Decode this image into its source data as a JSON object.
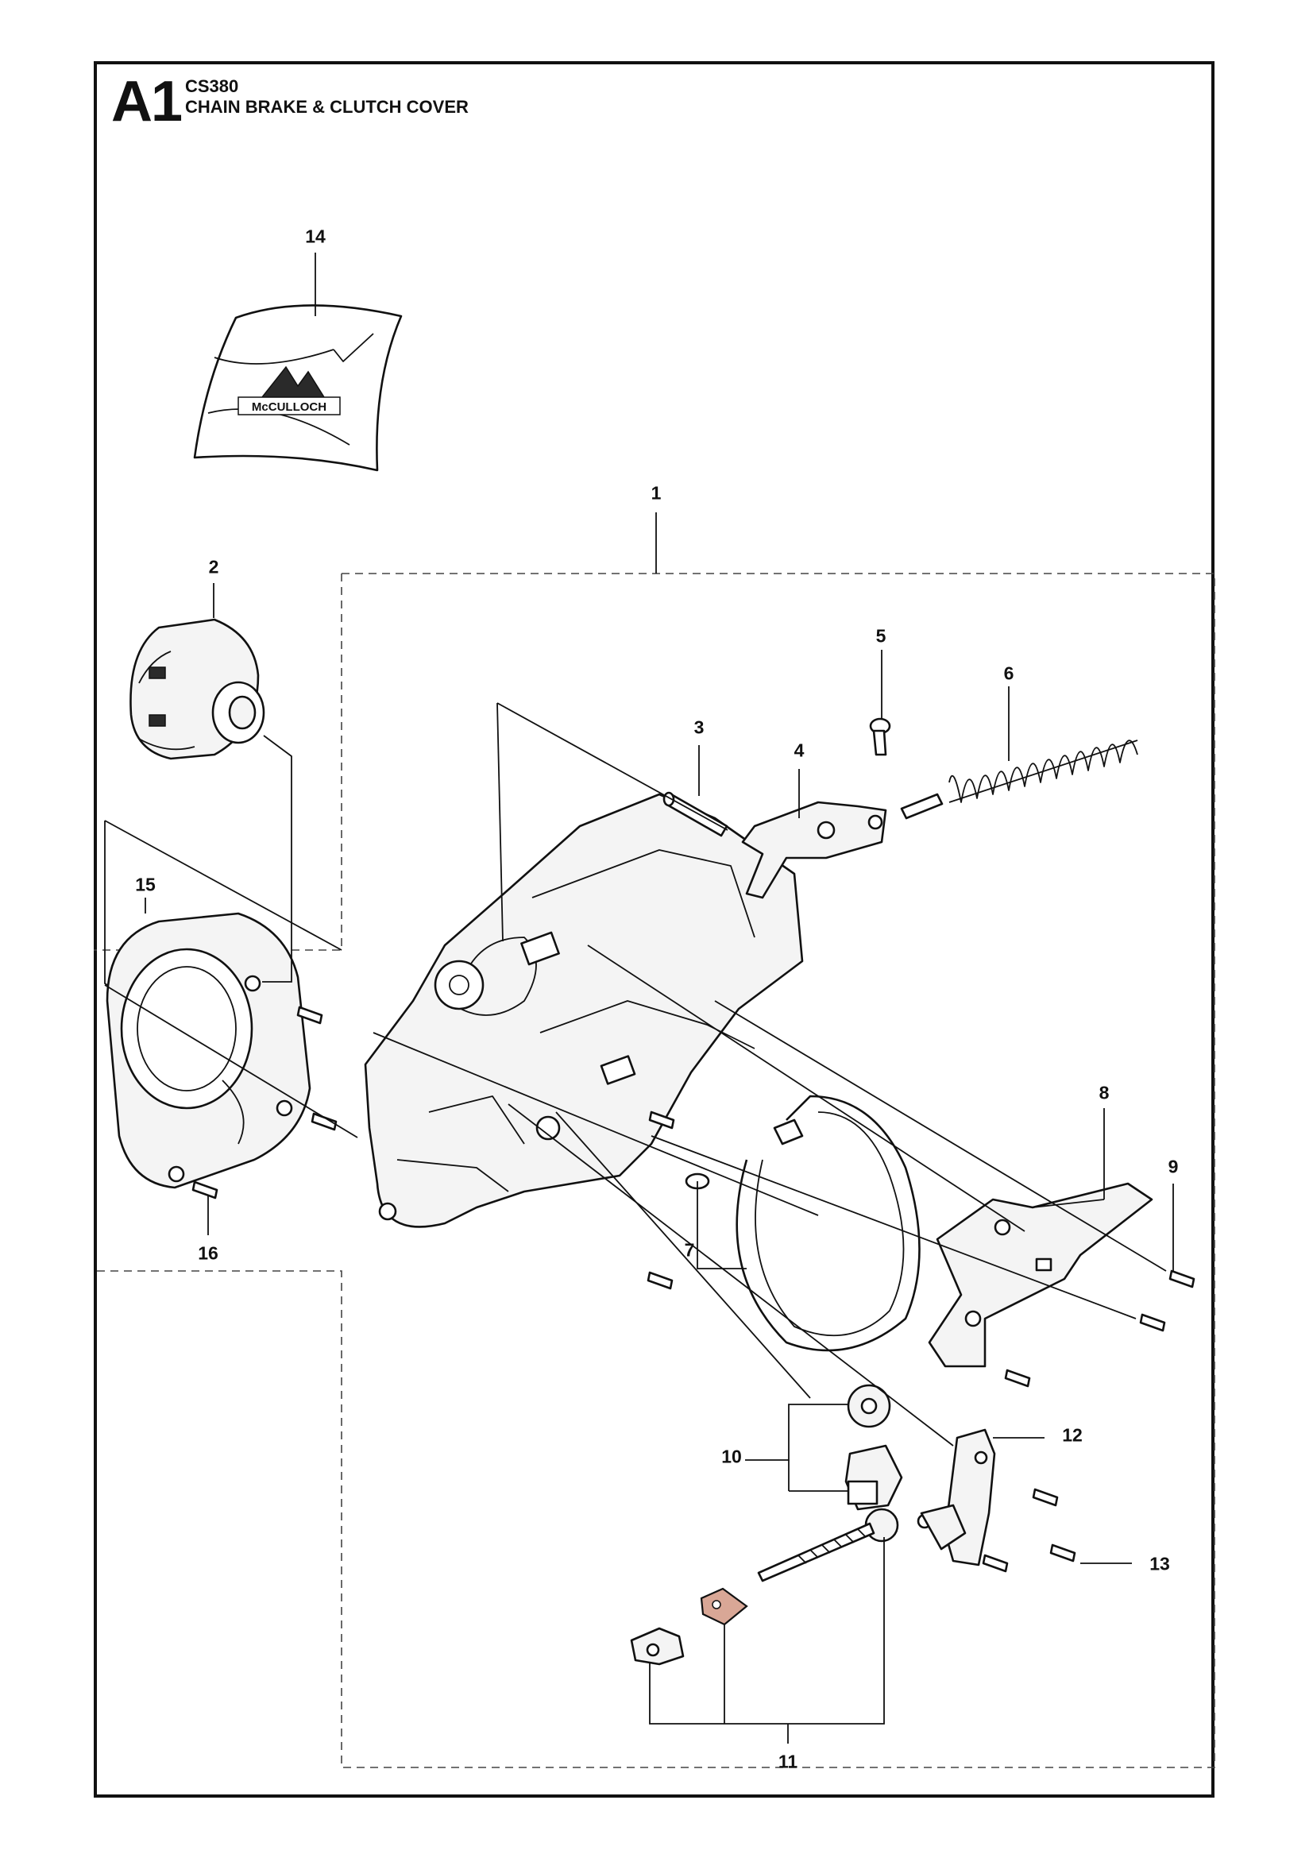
{
  "header": {
    "section_code": "A1",
    "model": "CS380",
    "title": "CHAIN BRAKE & CLUTCH COVER"
  },
  "decal": {
    "brand_text": "McCULLOCH"
  },
  "callouts": [
    {
      "id": "14",
      "text": "14"
    },
    {
      "id": "1",
      "text": "1"
    },
    {
      "id": "2",
      "text": "2"
    },
    {
      "id": "5",
      "text": "5"
    },
    {
      "id": "6",
      "text": "6"
    },
    {
      "id": "3",
      "text": "3"
    },
    {
      "id": "4",
      "text": "4"
    },
    {
      "id": "15",
      "text": "15"
    },
    {
      "id": "8",
      "text": "8"
    },
    {
      "id": "9",
      "text": "9"
    },
    {
      "id": "16",
      "text": "16"
    },
    {
      "id": "7",
      "text": "7"
    },
    {
      "id": "12",
      "text": "12"
    },
    {
      "id": "10",
      "text": "10"
    },
    {
      "id": "13",
      "text": "13"
    },
    {
      "id": "11",
      "text": "11"
    }
  ]
}
